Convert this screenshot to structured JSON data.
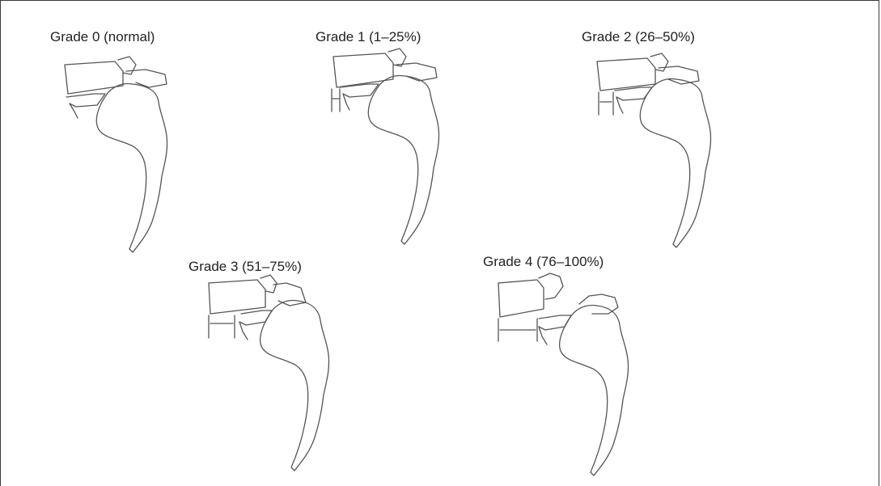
{
  "panels": [
    {
      "id": "grade-0",
      "caption": "Grade 0 (normal)",
      "slip_percent": 0
    },
    {
      "id": "grade-1",
      "caption": "Grade 1 (1–25%)",
      "slip_percent": 12
    },
    {
      "id": "grade-2",
      "caption": "Grade 2 (26–50%)",
      "slip_percent": 38
    },
    {
      "id": "grade-3",
      "caption": "Grade 3 (51–75%)",
      "slip_percent": 63
    },
    {
      "id": "grade-4",
      "caption": "Grade 4 (76–100%)",
      "slip_percent": 88
    }
  ],
  "colors": {
    "line": "#555555",
    "text": "#222222",
    "border": "#3a3a3a"
  }
}
